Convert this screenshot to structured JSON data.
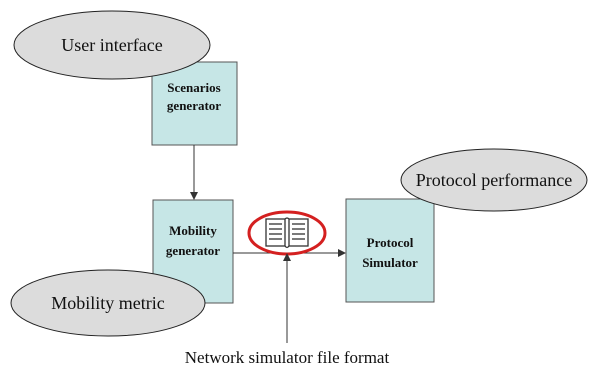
{
  "nodes": {
    "scenarios_generator": {
      "line1": "Scenarios",
      "line2": "generator"
    },
    "mobility_generator": {
      "line1": "Mobility",
      "line2": "generator"
    },
    "protocol_simulator": {
      "line1": "Protocol",
      "line2": "Simulator"
    },
    "user_interface": {
      "label": "User interface"
    },
    "protocol_performance": {
      "label": "Protocol performance"
    },
    "mobility_metric": {
      "label": "Mobility metric"
    }
  },
  "caption": "Network simulator file format",
  "colors": {
    "box_fill": "#c6e6e6",
    "ellipse_fill": "#dcdcdc",
    "highlight_ring": "#d42020"
  },
  "icons": [
    "open-book-icon"
  ]
}
